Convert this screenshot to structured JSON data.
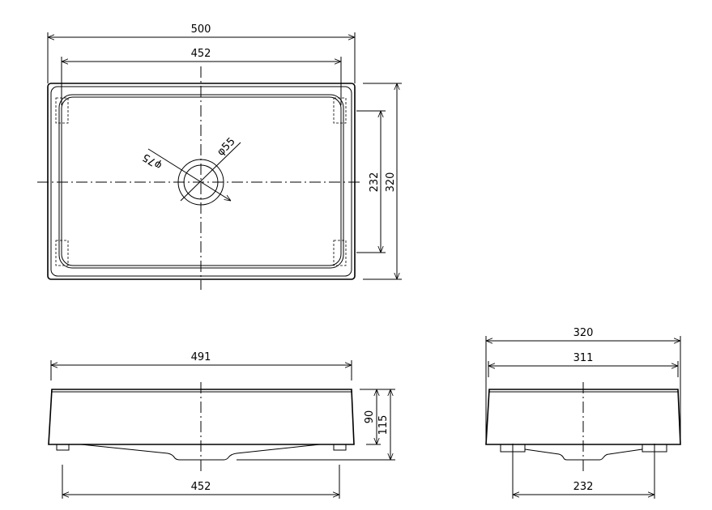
{
  "top_view": {
    "dim_overall_width": "500",
    "dim_inner_width": "452",
    "dim_hole_outer": "φ75",
    "dim_hole_inner": "φ55",
    "dim_mount_depth": "232",
    "dim_overall_depth": "320"
  },
  "front_view": {
    "dim_top_width": "491",
    "dim_body_height": "90",
    "dim_total_height": "115",
    "dim_mount_width": "452"
  },
  "side_view": {
    "dim_overall_depth": "320",
    "dim_top_depth": "311",
    "dim_mount_depth": "232"
  }
}
